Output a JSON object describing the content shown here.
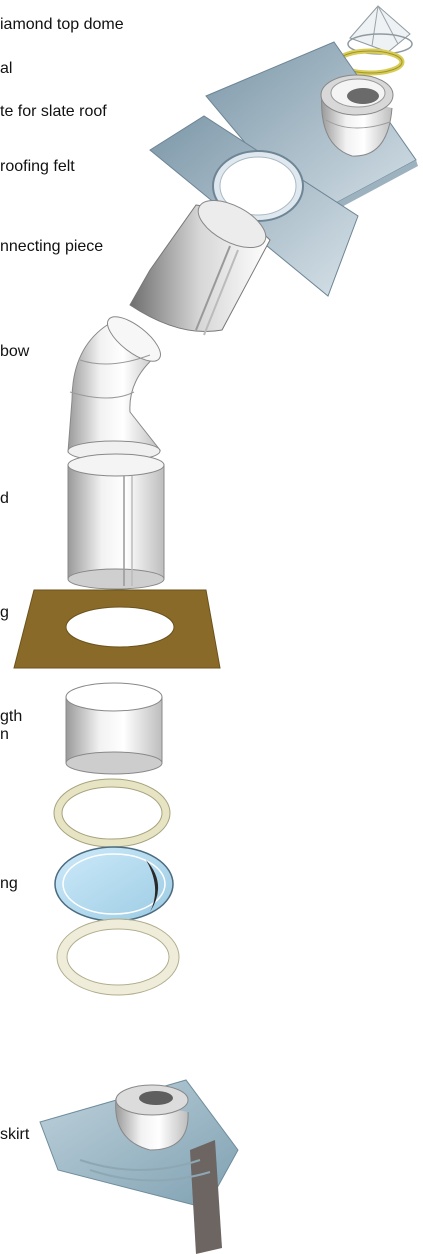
{
  "labels": {
    "dome": "iamond top dome",
    "seal": "al",
    "plate_slate": "te for slate roof",
    "felt": "roofing felt",
    "connecting": "nnecting piece",
    "elbow": "bow",
    "pipe": "d",
    "ring": "g",
    "length": "gth",
    "length2": "n",
    "lens_ring": "ng",
    "skirt": "skirt"
  },
  "colors": {
    "felt_brown": "#8a6a28",
    "slate_plate": "#93aab8",
    "seal_yellow": "#d8cc55",
    "lens_blue": "#b8dcef",
    "skirt_grey": "#6c6562"
  }
}
